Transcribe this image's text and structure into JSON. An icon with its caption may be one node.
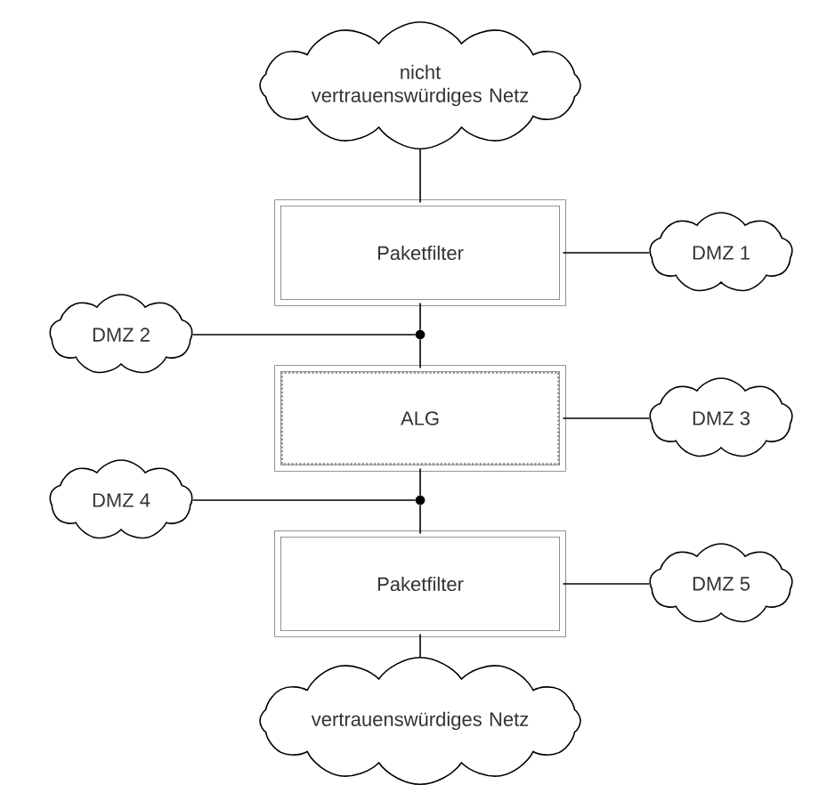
{
  "diagram": {
    "nodes": [
      {
        "text": [
          "nicht vertrauenswürdiges Netz"
        ]
      },
      {
        "text": [
          "Paketfilter"
        ]
      },
      {
        "text": [
          "DMZ 1"
        ]
      },
      {
        "text": [
          "DMZ 2"
        ]
      },
      {
        "text": [],
        "shape": "circle"
      },
      {
        "text": [
          "ALG"
        ]
      },
      {
        "text": [
          "DMZ 3"
        ]
      },
      {
        "text": [
          "DMZ 4"
        ]
      },
      {
        "text": [],
        "shape": "circle"
      },
      {
        "text": [
          "Paketfilter"
        ]
      },
      {
        "text": [
          "DMZ 5"
        ]
      },
      {
        "text": [
          "vertrauenswürdiges Netz"
        ]
      }
    ],
    "edges": [
      {
        "from": 0,
        "to": 1,
        "arrow": "none"
      },
      {
        "from": 1,
        "to": 2,
        "arrow": "none"
      },
      {
        "from": 1,
        "to": 4,
        "arrow": "none"
      },
      {
        "from": 3,
        "to": 4,
        "arrow": "none"
      },
      {
        "from": 4,
        "to": 5,
        "arrow": "none"
      },
      {
        "from": 5,
        "to": 6,
        "arrow": "none"
      },
      {
        "from": 5,
        "to": 8,
        "arrow": "none"
      },
      {
        "from": 7,
        "to": 8,
        "arrow": "none"
      },
      {
        "from": 8,
        "to": 9,
        "arrow": "none"
      },
      {
        "from": 9,
        "to": 10,
        "arrow": "none"
      },
      {
        "from": 9,
        "to": 11,
        "arrow": "none"
      }
    ]
  }
}
